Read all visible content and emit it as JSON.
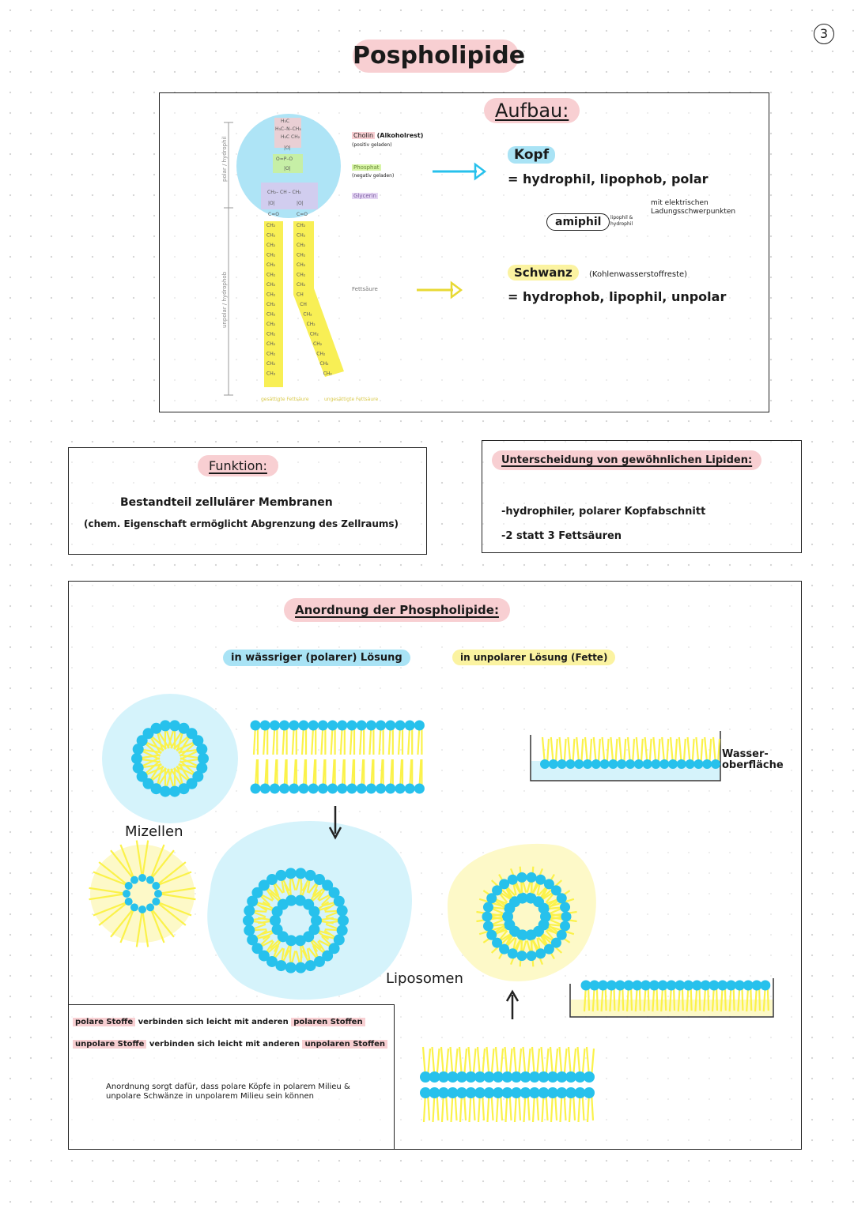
{
  "page_number": "3",
  "title": "Pospholipide",
  "aufbau": {
    "heading": "Aufbau:",
    "kopf": {
      "label": "Kopf",
      "desc": "= hydrophil, lipophob, polar",
      "note": "mit elektrischen Ladungsschwerpunkten",
      "amphi": "amiphil",
      "amphi_note": "lipophil & hydrophil"
    },
    "schwanz": {
      "label": "Schwanz",
      "sub": "(Kohlenwasserstoffreste)",
      "desc": "= hydrophob, lipophil, unpolar"
    },
    "diagram": {
      "axis_polar": "polar / hydrophil",
      "axis_unpolar": "unpolar / hydrophob",
      "cholin": "Cholin",
      "cholin_note": "(Alkoholrest)",
      "cholin_sub": "(positiv geladen)",
      "phosphat": "Phosphat",
      "phosphat_sub": "(negativ geladen)",
      "glycerin": "Glycerin",
      "fettsaeure": "Fettsäure",
      "gesaettigt": "gesättigte Fettsäure",
      "ungesaettigt": "ungesättigte Fettsäure"
    }
  },
  "funktion": {
    "heading": "Funktion:",
    "line1": "Bestandteil zellulärer Membranen",
    "line2": "(chem. Eigenschaft ermöglicht Abgrenzung des Zellraums)"
  },
  "unterscheidung": {
    "heading": "Unterscheidung von gewöhnlichen Lipiden:",
    "items": [
      "-hydrophiler, polarer Kopfabschnitt",
      "-2 statt 3 Fettsäuren"
    ]
  },
  "anordnung": {
    "heading": "Anordnung der Phospholipide:",
    "polar_label": "in wässriger (polarer) Lösung",
    "unpolar_label": "in unpolarer Lösung (Fette)",
    "mizellen": "Mizellen",
    "liposomen": "Liposomen",
    "wasser": "Wasser-oberfläche",
    "note1_a": "polare Stoffe",
    "note1_b": "verbinden sich leicht mit anderen",
    "note1_c": "polaren Stoffen",
    "note2_a": "unpolare Stoffe",
    "note2_b": "verbinden sich leicht mit anderen",
    "note2_c": "unpolaren Stoffen",
    "note3": "Anordnung sorgt dafür, dass polare Köpfe in polarem Milieu & unpolare Schwänze in unpolarem Milieu sein können"
  },
  "colors": {
    "head": "#27c1ec",
    "tail": "#fbf24a",
    "pink": "#f8cfd2",
    "light_blue": "#d5f3fb",
    "light_yellow": "#fdf9c8"
  }
}
